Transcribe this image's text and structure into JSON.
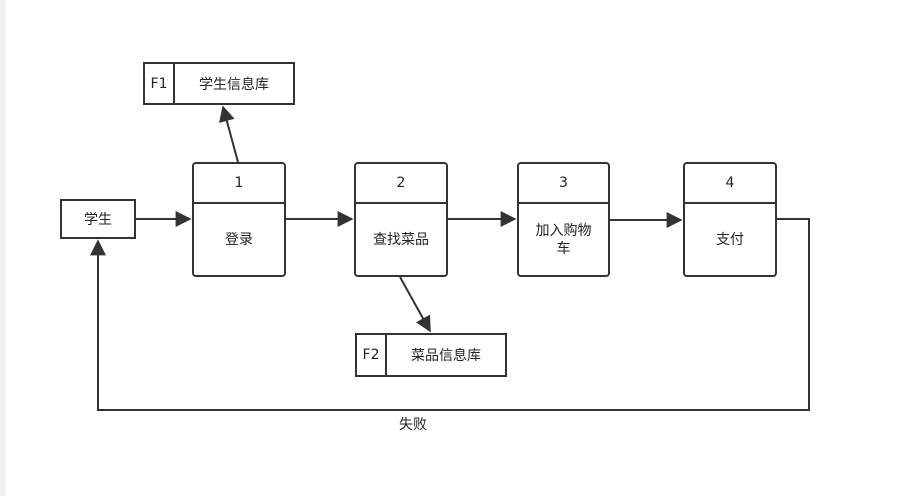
{
  "diagram": {
    "external_entity": {
      "label": "学生"
    },
    "processes": [
      {
        "id": "1",
        "name": "登录"
      },
      {
        "id": "2",
        "name": "查找菜品"
      },
      {
        "id": "3",
        "name": "加入购物车"
      },
      {
        "id": "4",
        "name": "支付"
      }
    ],
    "data_stores": [
      {
        "id": "F1",
        "name": "学生信息库"
      },
      {
        "id": "F2",
        "name": "菜品信息库"
      }
    ],
    "edges": [
      {
        "from": "学生",
        "to": "1"
      },
      {
        "from": "1",
        "to": "F1"
      },
      {
        "from": "1",
        "to": "2"
      },
      {
        "from": "2",
        "to": "F2"
      },
      {
        "from": "2",
        "to": "3"
      },
      {
        "from": "3",
        "to": "4"
      },
      {
        "from": "4",
        "to": "学生",
        "label": "失败"
      }
    ],
    "colors": {
      "line": "#333333",
      "background": "#ffffff"
    }
  }
}
